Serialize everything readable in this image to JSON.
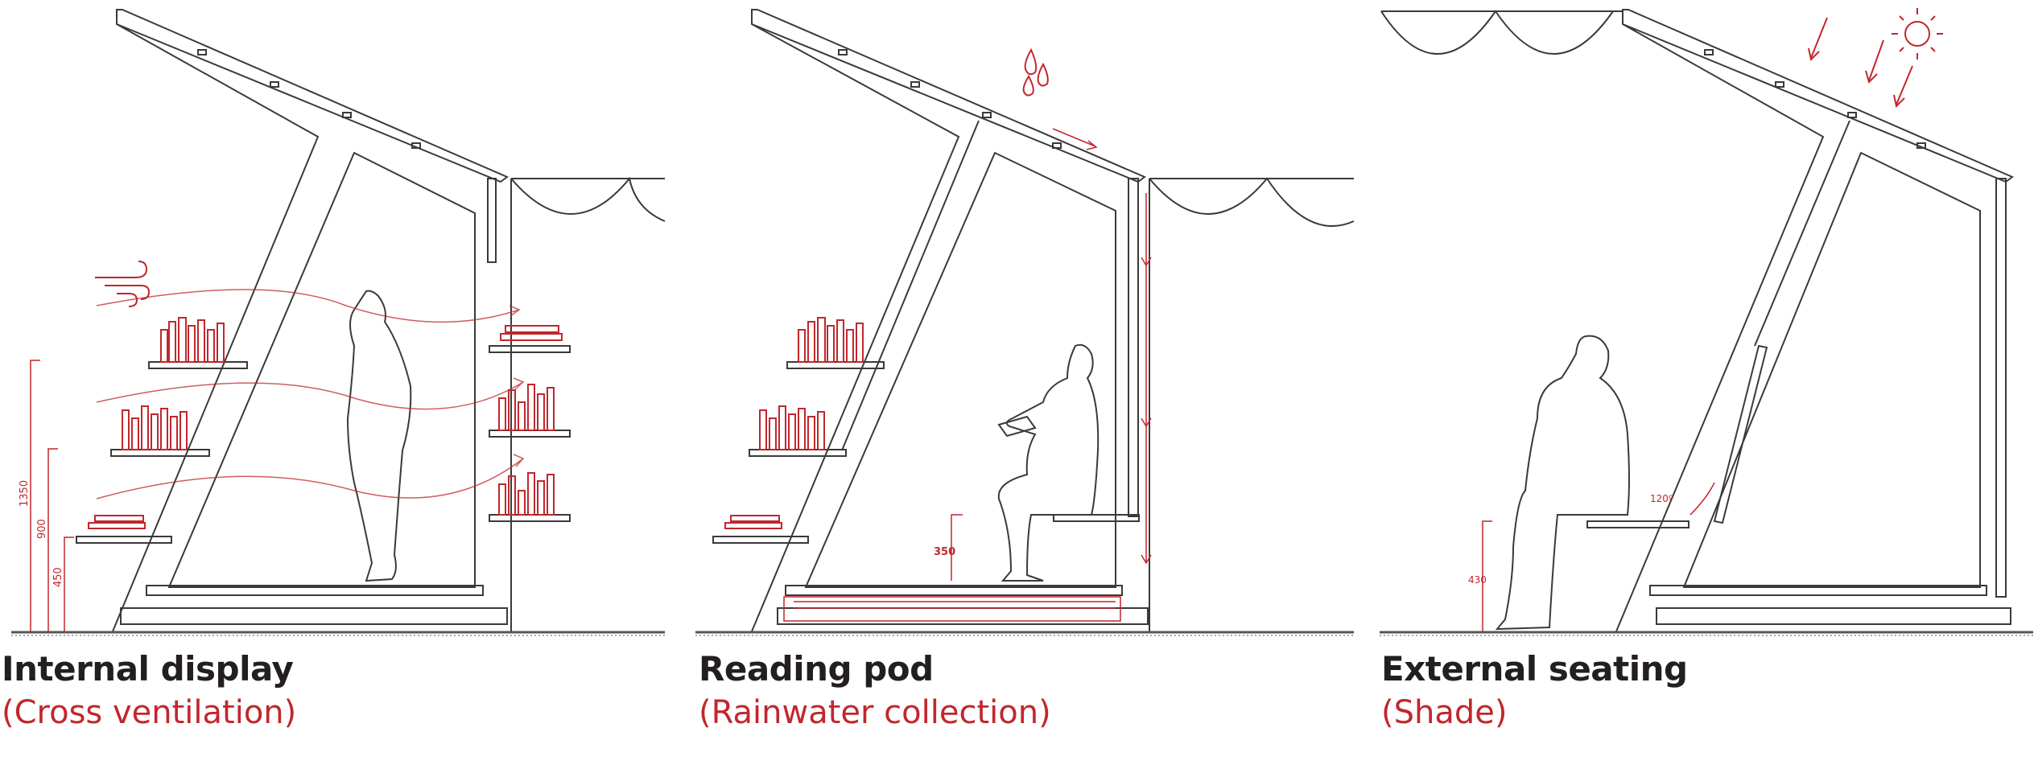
{
  "colors": {
    "line": "#3a3a3a",
    "accent": "#c1272d",
    "ground": "#555555"
  },
  "panels": [
    {
      "title": "Internal display",
      "subtitle": "(Cross ventilation)",
      "icon": "wind-icon",
      "dims": [
        "1350",
        "900",
        "450"
      ]
    },
    {
      "title": "Reading pod",
      "subtitle": "(Rainwater collection)",
      "icon": "raindrops-icon",
      "dims": [
        "350"
      ]
    },
    {
      "title": "External seating",
      "subtitle": "(Shade)",
      "icon": "sun-icon",
      "dims": [
        "430",
        "120º"
      ]
    }
  ]
}
